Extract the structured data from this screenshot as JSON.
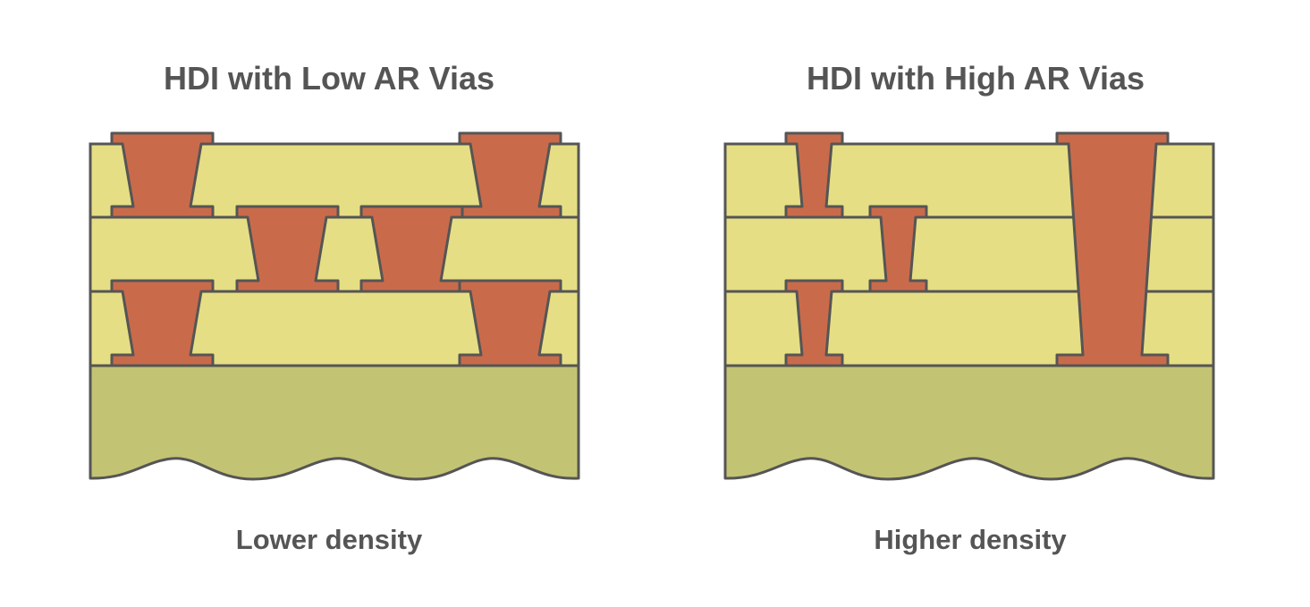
{
  "panels": [
    {
      "title": "HDI with Low AR Vias",
      "caption": "Lower density"
    },
    {
      "title": "HDI with High AR Vias",
      "caption": "Higher density"
    }
  ],
  "colors": {
    "dielectric": "#e6de84",
    "copper": "#c96b4b",
    "substrate": "#c3c374",
    "outline": "#555555",
    "text": "#555555"
  }
}
